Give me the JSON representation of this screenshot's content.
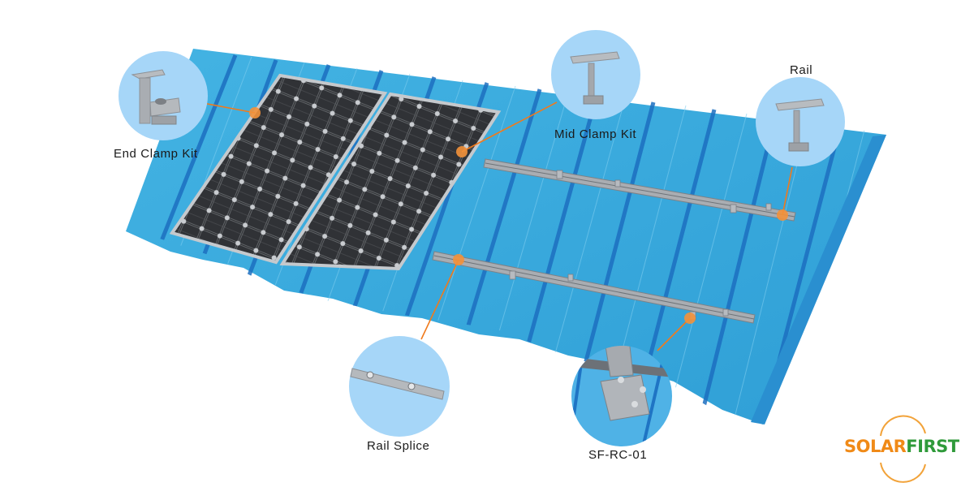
{
  "diagram": {
    "subject": "Solar panel roof mounting system on corrugated metal roof",
    "colors": {
      "roof": "#3aa9dc",
      "roof_dark": "#1f74c4",
      "panel": "#2b2d30",
      "panel_frame": "#b9bdc2",
      "rail": "#9ea3a8",
      "callout_line": "#f07a1c",
      "callout_dot": "#f3913a",
      "bubble": "#a6d6f8",
      "label_text": "#1a1a1a"
    },
    "callouts": [
      {
        "id": "end-clamp-kit",
        "label": "End Clamp Kit"
      },
      {
        "id": "mid-clamp-kit",
        "label": "Mid Clamp Kit"
      },
      {
        "id": "rail",
        "label": "Rail"
      },
      {
        "id": "rail-splice",
        "label": "Rail Splice"
      },
      {
        "id": "sf-rc-01",
        "label": "SF-RC-01"
      }
    ]
  },
  "logo": {
    "part1": "SOLAR",
    "part2": "FIRST",
    "color1": "#f08a17",
    "color2": "#2f9a3a"
  }
}
